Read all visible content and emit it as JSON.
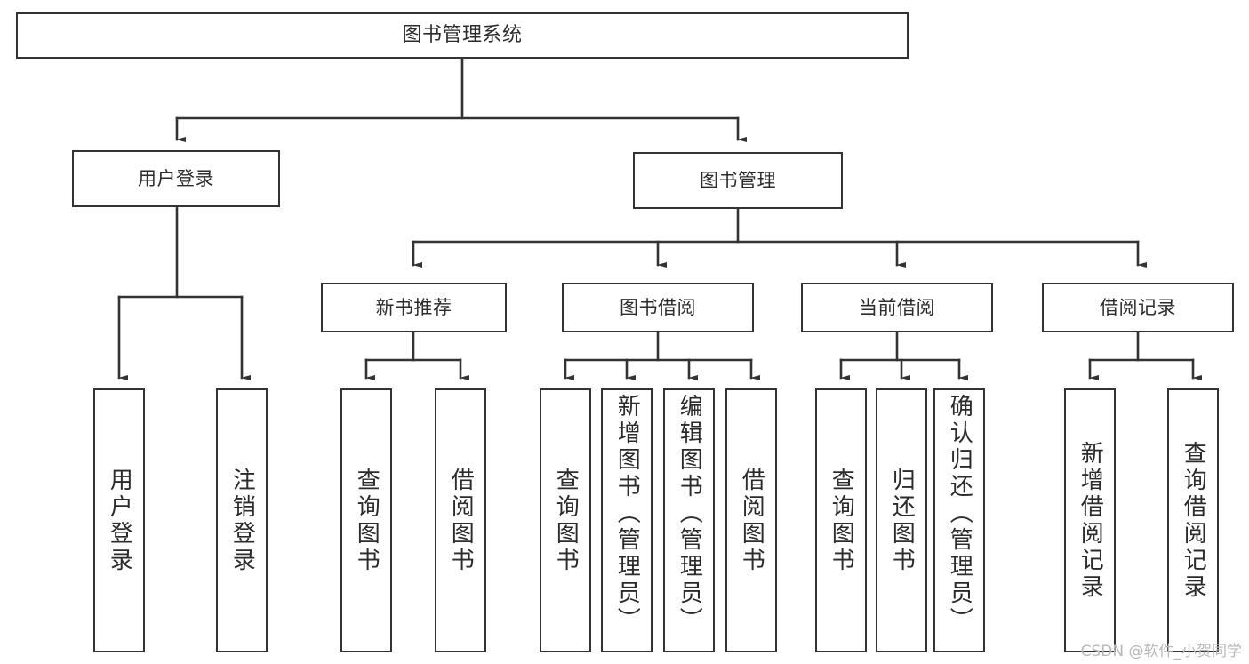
{
  "diagram": {
    "title": "图书管理系统",
    "type": "hierarchy-tree",
    "levels": 4,
    "nodes": {
      "root": {
        "label": "图书管理系统"
      },
      "level2": [
        {
          "id": "user-login",
          "label": "用户登录"
        },
        {
          "id": "book-management",
          "label": "图书管理"
        }
      ],
      "level3": [
        {
          "id": "new-book-recommend",
          "label": "新书推荐"
        },
        {
          "id": "book-borrow",
          "label": "图书借阅"
        },
        {
          "id": "current-borrow",
          "label": "当前借阅"
        },
        {
          "id": "borrow-record",
          "label": "借阅记录"
        }
      ],
      "leaves": {
        "user-login": [
          {
            "id": "leaf-user-login",
            "label": "用户登录"
          },
          {
            "id": "leaf-user-logout",
            "label": "注销登录"
          }
        ],
        "new-book-recommend": [
          {
            "id": "leaf-query-book-1",
            "label": "查询图书"
          },
          {
            "id": "leaf-borrow-book-1",
            "label": "借阅图书"
          }
        ],
        "book-borrow": [
          {
            "id": "leaf-query-book-2",
            "label": "查询图书"
          },
          {
            "id": "leaf-add-book",
            "label": "新增图书（管理员）"
          },
          {
            "id": "leaf-edit-book",
            "label": "编辑图书（管理员）"
          },
          {
            "id": "leaf-borrow-book-2",
            "label": "借阅图书"
          }
        ],
        "current-borrow": [
          {
            "id": "leaf-query-book-3",
            "label": "查询图书"
          },
          {
            "id": "leaf-return-book",
            "label": "归还图书"
          },
          {
            "id": "leaf-confirm-return",
            "label": "确认归还（管理员）"
          }
        ],
        "borrow-record": [
          {
            "id": "leaf-add-record",
            "label": "新增借阅记录"
          },
          {
            "id": "leaf-query-record",
            "label": "查询借阅记录"
          }
        ]
      }
    },
    "colors": {
      "box_border": "#333333",
      "box_fill": "#ffffff",
      "text": "#2b2b2b",
      "edge": "#333333",
      "watermark": "#b8b8b8",
      "background": "#ffffff"
    }
  },
  "watermark": {
    "text": "CSDN @软件_小贺同学"
  }
}
